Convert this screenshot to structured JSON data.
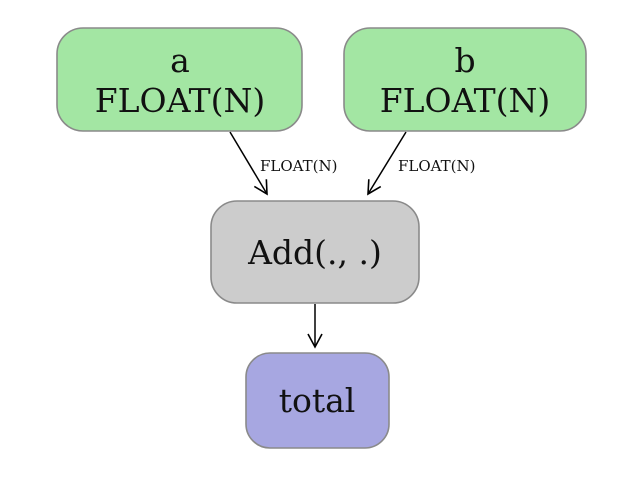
{
  "diagram": {
    "nodes": {
      "a": {
        "line1": "a",
        "line2": "FLOAT(N)",
        "fill": "#a3e6a3"
      },
      "b": {
        "line1": "b",
        "line2": "FLOAT(N)",
        "fill": "#a3e6a3"
      },
      "add": {
        "label": "Add(., .)",
        "fill": "#cccccc"
      },
      "total": {
        "label": "total",
        "fill": "#a7a7e1"
      }
    },
    "edges": [
      {
        "from": "a",
        "to": "add",
        "label": "FLOAT(N)"
      },
      {
        "from": "b",
        "to": "add",
        "label": "FLOAT(N)"
      },
      {
        "from": "add",
        "to": "total",
        "label": ""
      }
    ]
  }
}
